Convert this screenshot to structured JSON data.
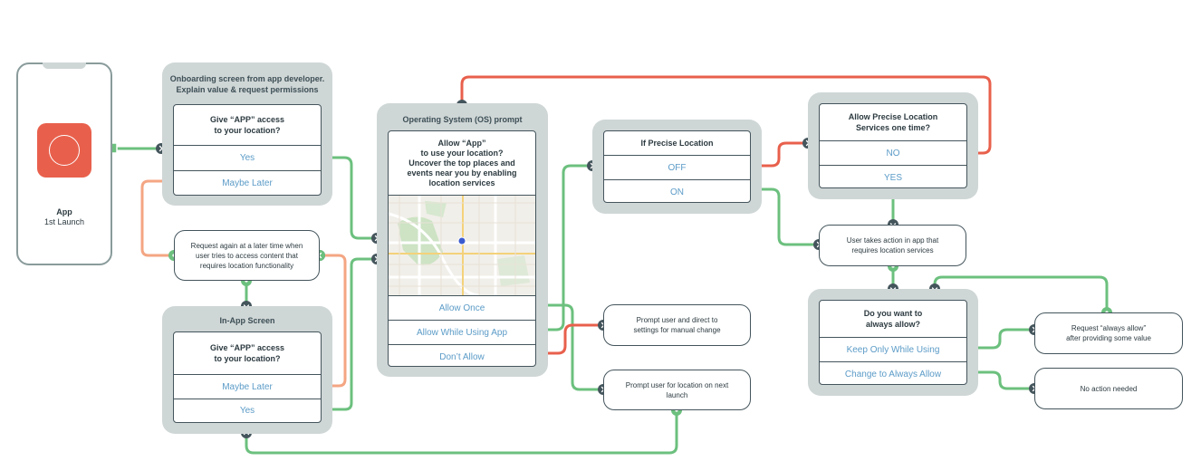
{
  "phone": {
    "app_name": "App",
    "subtitle": "1st Launch"
  },
  "onboarding": {
    "title_line1": "Onboarding screen from app developer.",
    "title_line2": "Explain value & request permissions",
    "question_line1": "Give “APP” access",
    "question_line2": "to your location?",
    "yes": "Yes",
    "maybe_later": "Maybe Later"
  },
  "request_again": {
    "line1": "Request again at a later time when",
    "line2": "user tries to access content that",
    "line3": "requires location functionality"
  },
  "in_app": {
    "title": "In-App Screen",
    "question_line1": "Give “APP” access",
    "question_line2": "to your location?",
    "maybe_later": "Maybe Later",
    "yes": "Yes"
  },
  "os_prompt": {
    "title": "Operating System (OS) prompt",
    "line1": "Allow “App”",
    "line2": "to use your location?",
    "line3": "Uncover the top places and",
    "line4": "events near you by enabling",
    "line5": "location services",
    "allow_once": "Allow Once",
    "allow_while_using": "Allow While Using App",
    "dont_allow": "Don’t Allow"
  },
  "prompt_settings": {
    "line1": "Prompt user and direct to",
    "line2": "settings for manual change"
  },
  "prompt_next_launch": {
    "text": "Prompt user for location on next launch"
  },
  "precise": {
    "title": "If Precise Location",
    "off": "OFF",
    "on": "ON"
  },
  "precise_once": {
    "line1": "Allow Precise Location",
    "line2": "Services one time?",
    "no": "NO",
    "yes": "YES"
  },
  "user_action": {
    "line1": "User takes action in app that",
    "line2": "requires location services"
  },
  "always": {
    "line1": "Do you want to",
    "line2": "always allow?",
    "keep": "Keep Only While Using",
    "change": "Change to Always Allow"
  },
  "request_always": {
    "line1": "Request “always allow”",
    "line2": "after providing some value"
  },
  "no_action": {
    "text": "No action needed"
  },
  "colors": {
    "green": "#6cc07e",
    "red": "#e8604c",
    "orange": "#f4a683",
    "dark": "#44555c",
    "panel": "#cfd6d6",
    "option_text": "#5b9bc7"
  }
}
